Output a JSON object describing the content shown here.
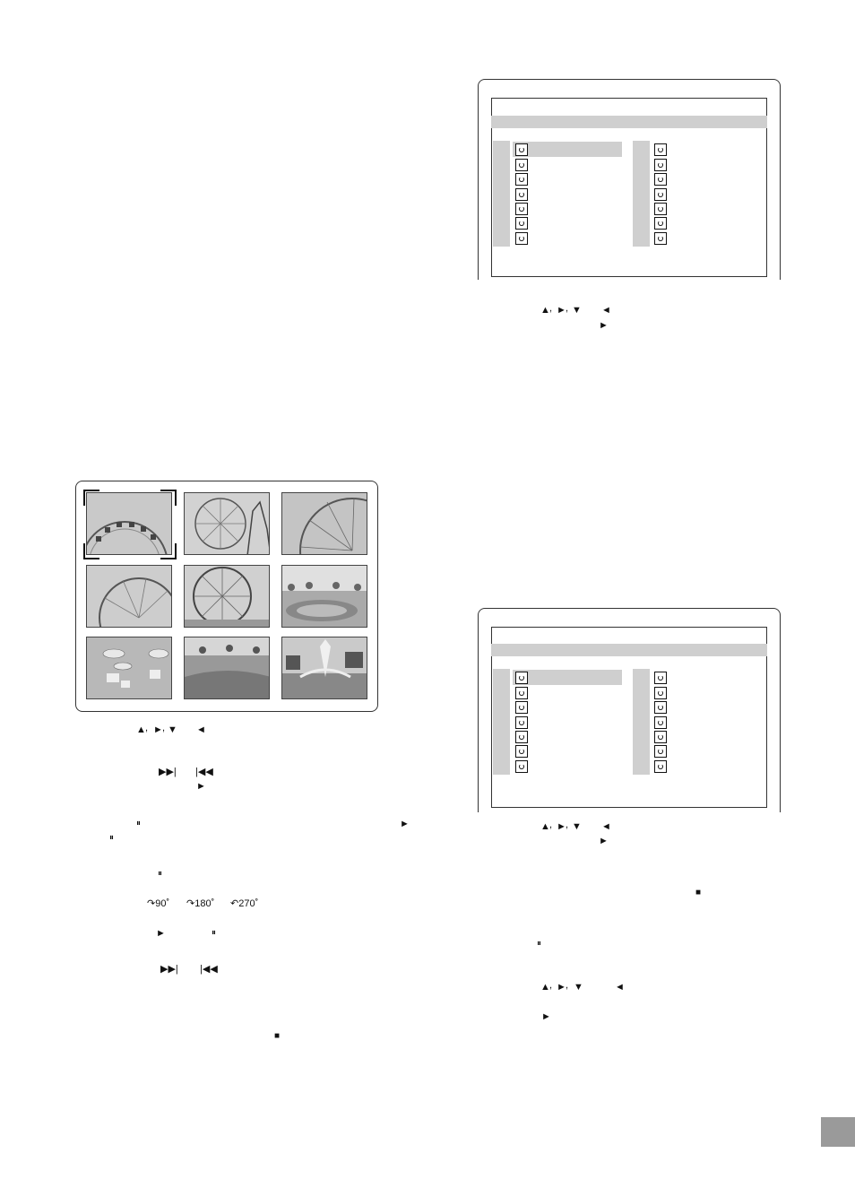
{
  "controls": {
    "thumb_nav": {
      "up": "▲",
      "right": "►",
      "down": "▼",
      "left": "◄"
    },
    "next_prev": {
      "next": "▶▶|",
      "prev": "|◀◀"
    },
    "play": "►",
    "pause": "⏸",
    "stop": "■",
    "rotate": [
      "90˚",
      "180˚",
      "270˚"
    ]
  },
  "menu_top": {
    "nav": {
      "up": "▲",
      "right": "►",
      "down": "▼",
      "left": "◄"
    },
    "play": "►"
  },
  "menu_bottom": {
    "nav": {
      "up": "▲",
      "right": "►",
      "down": "▼",
      "left": "◄"
    },
    "play": "►"
  },
  "bottom_right": {
    "stop": "■",
    "pause": "⏸",
    "nav": {
      "up": "▲",
      "right": "►",
      "down": "▼",
      "left": "◄"
    },
    "play": "►"
  },
  "colors": {
    "bar_gray": "#cfcfcf",
    "page_box": "#9a9a9a"
  }
}
